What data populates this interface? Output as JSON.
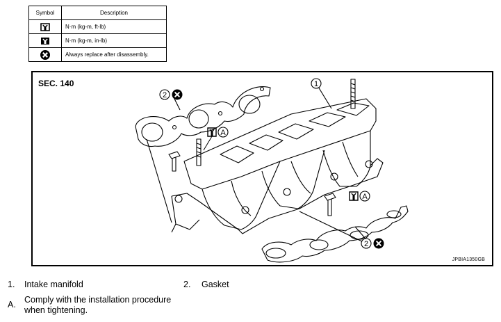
{
  "legend": {
    "header_symbol": "Symbol",
    "header_description": "Description",
    "rows": [
      {
        "icon": "torque-ftlb-icon",
        "description": "N·m (kg-m, ft-lb)"
      },
      {
        "icon": "torque-inlb-icon",
        "description": "N·m (kg-m, in-lb)"
      },
      {
        "icon": "always-replace-icon",
        "description": "Always replace after disassembly."
      }
    ]
  },
  "figure": {
    "section": "SEC. 140",
    "code": "JPBIA1350GB",
    "callouts": {
      "part1": "1",
      "part2_upper": "2",
      "part2_lower": "2",
      "note_upper": "A",
      "note_lower": "A"
    }
  },
  "key": {
    "item1_num": "1.",
    "item1_text": "Intake manifold",
    "item2_num": "2.",
    "item2_text": "Gasket",
    "itemA_num": "A.",
    "itemA_text_line1": "Comply with the installation procedure",
    "itemA_text_line2": "when tightening."
  }
}
